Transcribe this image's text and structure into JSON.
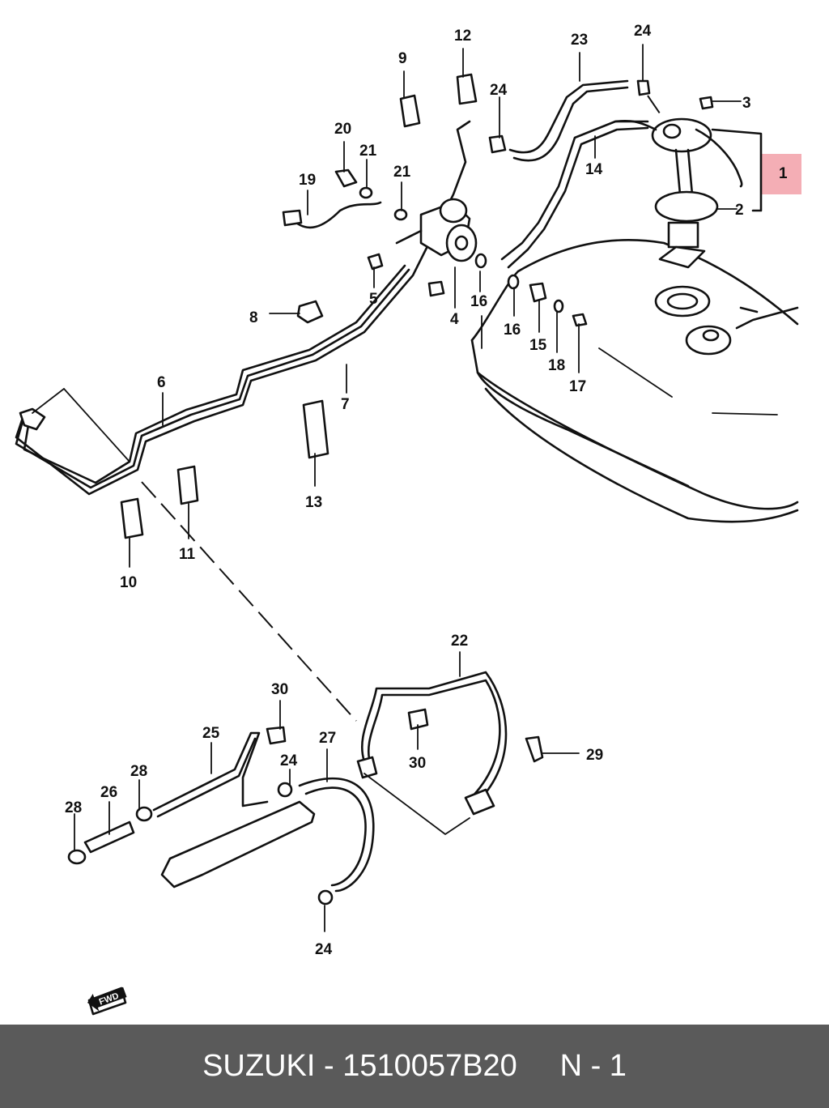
{
  "diagram": {
    "labels": {
      "l1": "1",
      "l2": "2",
      "l3": "3",
      "l4": "4",
      "l5": "5",
      "l6": "6",
      "l7": "7",
      "l8": "8",
      "l9": "9",
      "l10": "10",
      "l11": "11",
      "l12": "12",
      "l13": "13",
      "l14": "14",
      "l15": "15",
      "l16a": "16",
      "l16b": "16",
      "l17": "17",
      "l18": "18",
      "l19": "19",
      "l20": "20",
      "l21a": "21",
      "l21b": "21",
      "l22": "22",
      "l23": "23",
      "l24a": "24",
      "l24b": "24",
      "l24c": "24",
      "l24d": "24",
      "l25": "25",
      "l26": "26",
      "l27": "27",
      "l28a": "28",
      "l28b": "28",
      "l29": "29",
      "l30a": "30",
      "l30b": "30"
    },
    "fwd_mark": "FWD",
    "highlight_color": "#f2a0a8"
  },
  "footer": {
    "brand": "SUZUKI",
    "separator": " - ",
    "part_number": "1510057B20",
    "gap": "     ",
    "position_ref": "N - 1"
  }
}
